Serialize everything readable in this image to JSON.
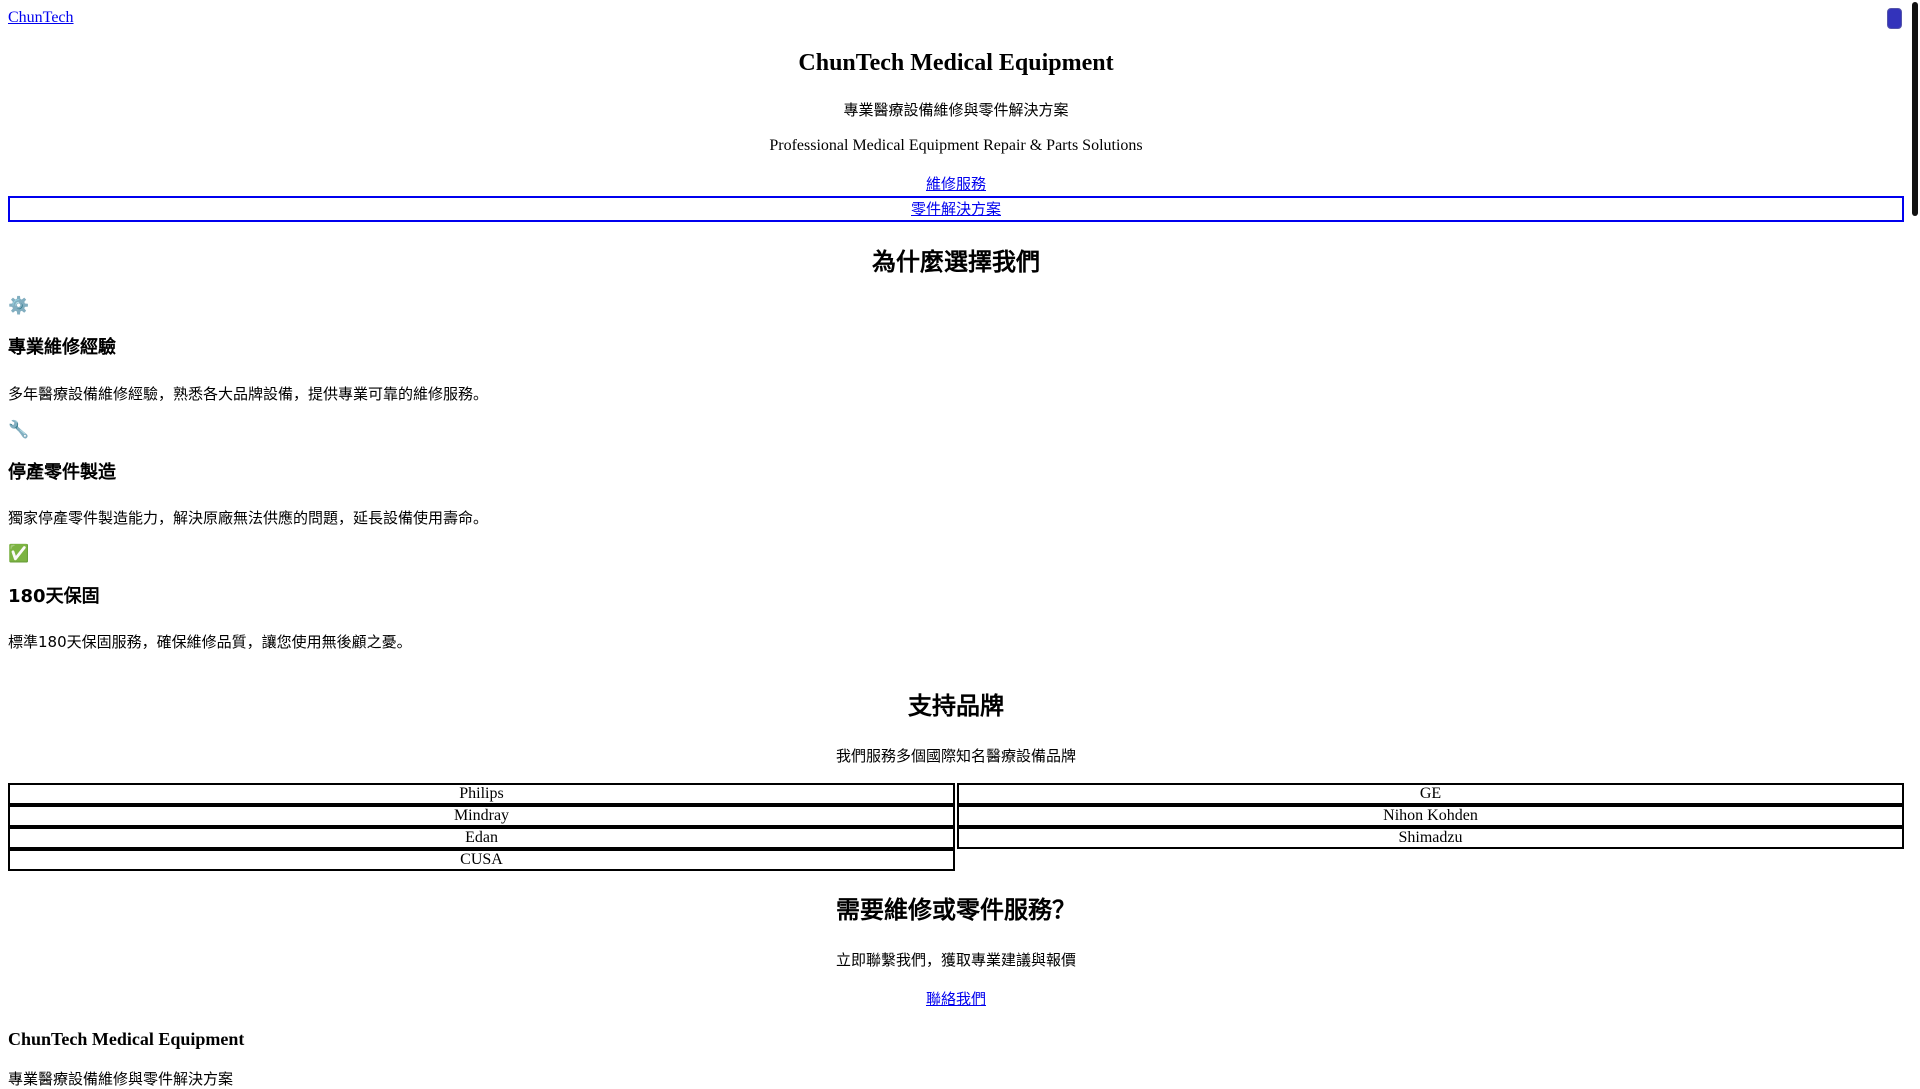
{
  "header": {
    "brand_link": "ChunTech",
    "menu_button_color": "#3333bb"
  },
  "hero": {
    "title": "ChunTech Medical Equipment",
    "tagline_zh": "專業醫療設備維修與零件解決方案",
    "tagline_en": "Professional Medical Equipment Repair & Parts Solutions",
    "links": [
      {
        "label": "維修服務"
      },
      {
        "label": "零件解決方案"
      }
    ]
  },
  "why": {
    "title": "為什麼選擇我們",
    "features": [
      {
        "icon": "⚙️",
        "icon_name": "gear-icon",
        "title": "專業維修經驗",
        "desc": "多年醫療設備維修經驗，熟悉各大品牌設備，提供專業可靠的維修服務。"
      },
      {
        "icon": "🔧",
        "icon_name": "wrench-icon",
        "title": "停產零件製造",
        "desc": "獨家停產零件製造能力，解決原廠無法供應的問題，延長設備使用壽命。"
      },
      {
        "icon": "✅",
        "icon_name": "check-mark-icon",
        "title": "180天保固",
        "desc": "標準180天保固服務，確保維修品質，讓您使用無後顧之憂。"
      }
    ]
  },
  "brands": {
    "title": "支持品牌",
    "subtitle": "我們服務多個國際知名醫療設備品牌",
    "items": [
      "Philips",
      "GE",
      "Mindray",
      "Nihon Kohden",
      "Edan",
      "Shimadzu",
      "CUSA"
    ]
  },
  "cta": {
    "title": "需要維修或零件服務？",
    "subtitle": "立即聯繫我們，獲取專業建議與報價",
    "link": "聯絡我們"
  },
  "footer": {
    "title": "ChunTech Medical Equipment",
    "subtitle": "專業醫療設備維修與零件解決方案"
  },
  "colors": {
    "link": "#0000ee",
    "text": "#000000",
    "background": "#ffffff"
  }
}
